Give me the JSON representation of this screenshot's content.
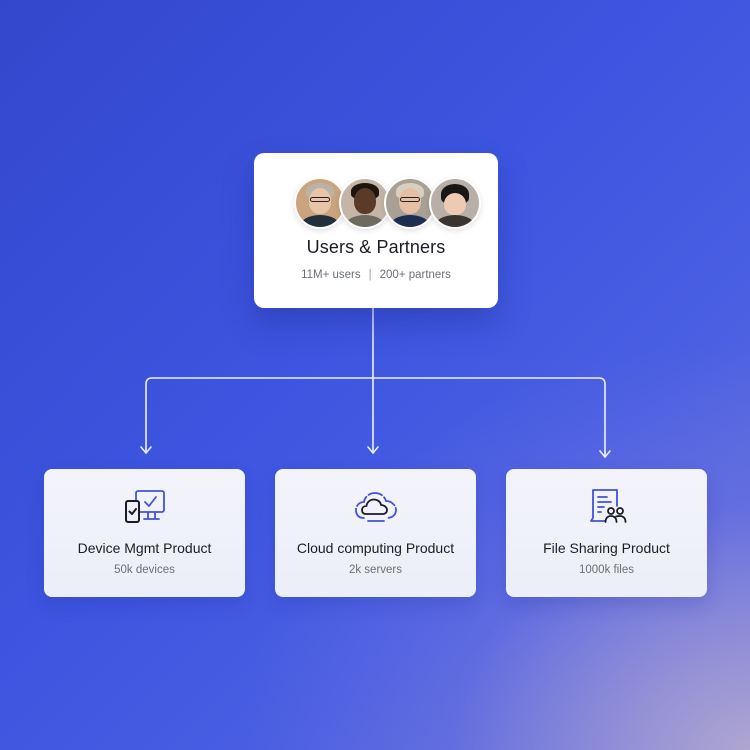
{
  "root_node": {
    "title": "Users & Partners",
    "stats": {
      "users": "11M+ users",
      "separator": "|",
      "partners": "200+ partners"
    },
    "avatars": [
      {
        "name": "avatar-woman-glasses",
        "bg": "#c9a47f",
        "skin": "#e8c4a8",
        "hair": "#b9b3a8",
        "shirt": "#22303a",
        "glasses": true
      },
      {
        "name": "avatar-man-smiling",
        "bg": "#c4b5a6",
        "skin": "#5a3a28",
        "hair": "#1e1410",
        "shirt": "#6e6a62",
        "glasses": false
      },
      {
        "name": "avatar-older-man-glasses",
        "bg": "#a89f95",
        "skin": "#e4bfa6",
        "hair": "#d8cfc2",
        "shirt": "#1e2e50",
        "glasses": true
      },
      {
        "name": "avatar-woman-bangs",
        "bg": "#b8b0a8",
        "skin": "#eccbb2",
        "hair": "#1a1614",
        "shirt": "#3a3430",
        "glasses": false
      }
    ]
  },
  "products": [
    {
      "title": "Device Mgmt Product",
      "metric": "50k devices",
      "icon": "device-management-icon"
    },
    {
      "title": "Cloud computing Product",
      "metric": "2k servers",
      "icon": "cloud-icon"
    },
    {
      "title": "File Sharing Product",
      "metric": "1000k files",
      "icon": "file-sharing-icon"
    }
  ],
  "colors": {
    "accent": "#4352d6",
    "icon_dark": "#1b1c24",
    "card_bg": "#eef0f9",
    "text_primary": "#1b1c24",
    "text_secondary": "#6b6f7c",
    "connector": "#e6e9ff"
  }
}
